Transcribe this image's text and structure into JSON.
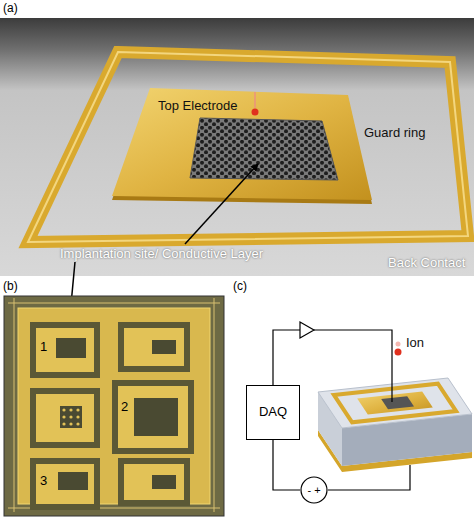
{
  "diagram": {
    "nodes": [
      {
        "text": [
          "DAQ"
        ]
      },
      {
        "text": [
          "- +"
        ]
      }
    ],
    "edges": [
      {
        "from": 0,
        "to": 1,
        "arrow": "none"
      }
    ],
    "labels": [
      "(a)",
      "Top Electrode",
      "Guard ring",
      "Implantation site/ Conductive Layer",
      "Back Contact",
      "(b)",
      "1",
      "2",
      "3",
      "(c)",
      "Ion"
    ]
  }
}
